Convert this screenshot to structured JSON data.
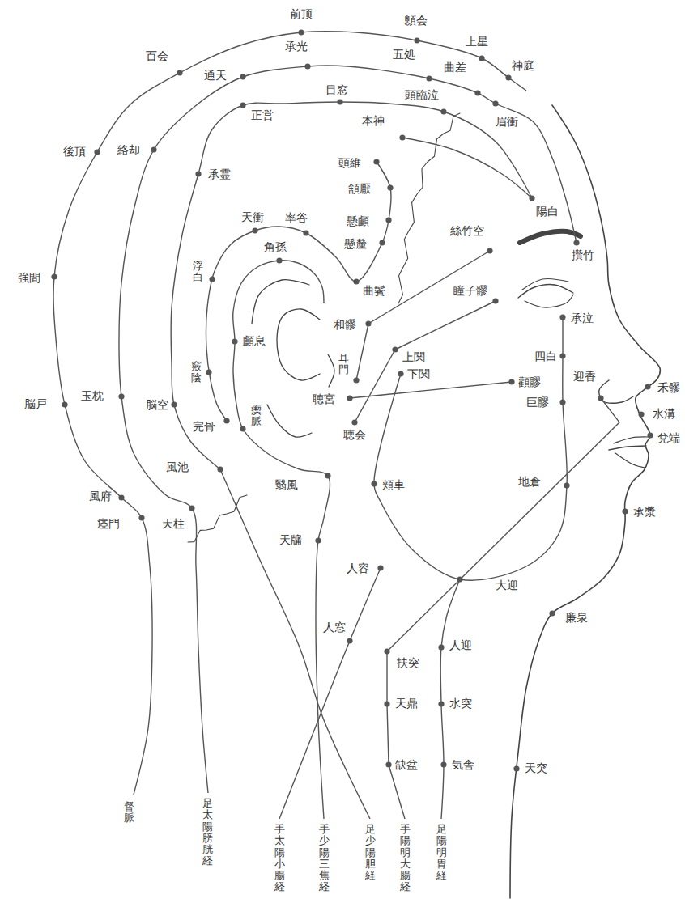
{
  "diagram": {
    "labels": [
      "前顶",
      "顖会",
      "上星",
      "神庭",
      "百会",
      "承光",
      "五処",
      "曲差",
      "通天",
      "目窓",
      "頭臨泣",
      "正営",
      "眉衝",
      "絡却",
      "後頂",
      "本神",
      "頭維",
      "承霊",
      "頷厭",
      "陽白",
      "天衝",
      "率谷",
      "懸顱",
      "絲竹空",
      "懸釐",
      "角孫",
      "攢竹",
      "浮白",
      "強間",
      "曲鬢",
      "瞳子髎",
      "承泣",
      "和髎",
      "顱息",
      "四白",
      "耳門",
      "上関",
      "竅陰",
      "迎香",
      "禾髎",
      "下関",
      "顴髎",
      "聴宮",
      "巨髎",
      "玉枕",
      "脳戸",
      "脳空",
      "水溝",
      "瘈脈",
      "完骨",
      "聴会",
      "兌端",
      "風池",
      "翳風",
      "頬車",
      "地倉",
      "風府",
      "承漿",
      "瘂門",
      "天柱",
      "天牖",
      "人容",
      "大迎",
      "廉泉",
      "人窓",
      "人迎",
      "扶突",
      "天鼎",
      "水突",
      "缺盆",
      "気舎",
      "天突",
      "督脈",
      "足太陽膀胱経",
      "手太陽小腸経",
      "手少陽三焦経",
      "足少陽胆経",
      "手陽明大腸経",
      "足陽明胃経"
    ]
  }
}
